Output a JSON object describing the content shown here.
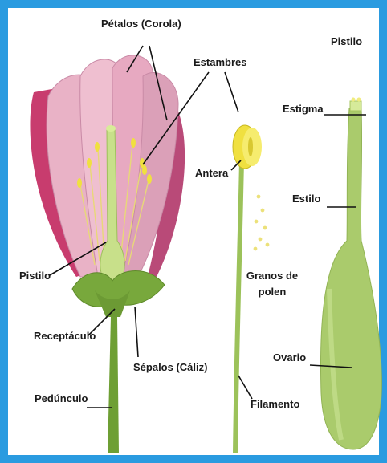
{
  "labels": {
    "petalos": "Pétalos (Corola)",
    "estambres": "Estambres",
    "pistilo_title": "Pistilo",
    "estigma": "Estigma",
    "antera": "Antera",
    "estilo": "Estilo",
    "pistilo": "Pistilo",
    "granos_line1": "Granos de",
    "granos_line2": "polen",
    "receptaculo": "Receptáculo",
    "ovario": "Ovario",
    "sepalos": "Sépalos (Cáliz)",
    "pedunculo": "Pedúnculo",
    "filamento": "Filamento"
  },
  "colors": {
    "frame": "#2a9be0",
    "petal_pink": "#e8a9c0",
    "petal_magenta": "#c83c6e",
    "green": "#7fae3c",
    "pale_green": "#b9d77a",
    "anther_yellow": "#f0e040"
  }
}
